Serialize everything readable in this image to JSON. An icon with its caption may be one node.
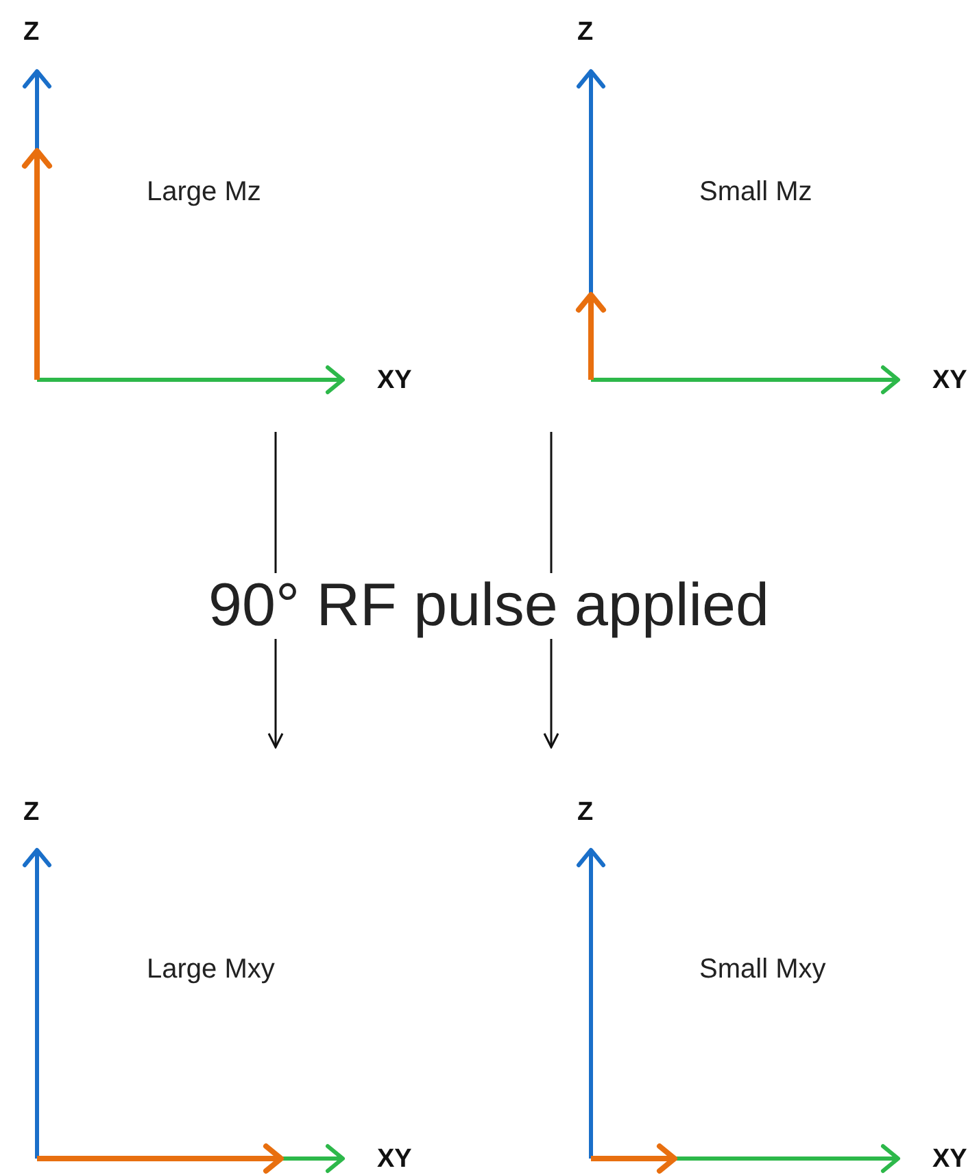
{
  "diagram": {
    "nodes": [
      {
        "text": [],
        "shape": "picture"
      },
      {
        "text": [],
        "shape": "picture"
      },
      {
        "text": [],
        "shape": "picture"
      },
      {
        "text": [],
        "shape": "picture"
      }
    ],
    "edges": [
      {
        "from": 0,
        "to": 2,
        "arrow": "to"
      },
      {
        "from": 1,
        "to": 3,
        "arrow": "to"
      }
    ],
    "labels": [
      "Z",
      "Z",
      "Large Mz",
      "Small Mz",
      "XY",
      "XY",
      "90° RF pulse applied",
      "Z",
      "Z",
      "Large Mxy",
      "Small Mxy",
      "XY",
      "XY"
    ]
  }
}
